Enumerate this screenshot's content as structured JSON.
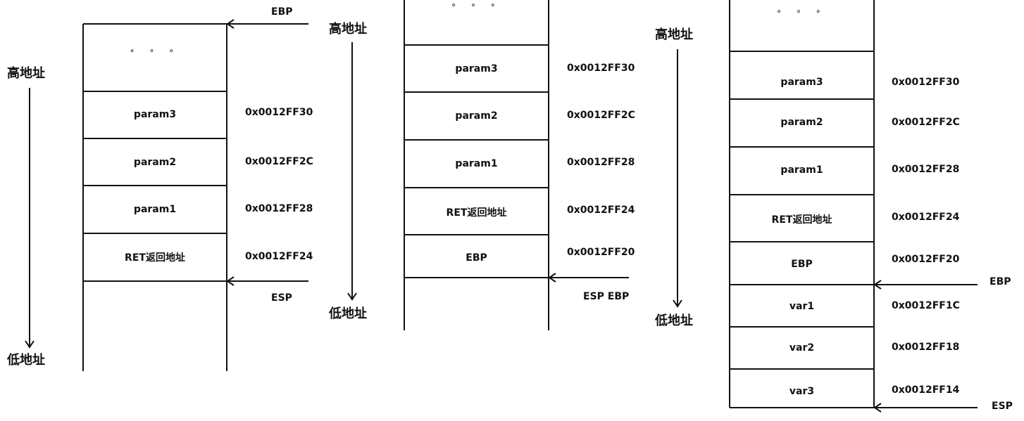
{
  "labels": {
    "high_address": "高地址",
    "low_address": "低地址",
    "ellipsis": "° ° °"
  },
  "panels": [
    {
      "cells": [
        "param3",
        "param2",
        "param1",
        "RET返回地址"
      ],
      "addresses": [
        "0x0012FF30",
        "0x0012FF2C",
        "0x0012FF28",
        "0x0012FF24"
      ],
      "pointers": [
        {
          "label": "EBP"
        },
        {
          "label": "ESP"
        }
      ]
    },
    {
      "cells": [
        "param3",
        "param2",
        "param1",
        "RET返回地址",
        "EBP"
      ],
      "addresses": [
        "0x0012FF30",
        "0x0012FF2C",
        "0x0012FF28",
        "0x0012FF24",
        "0x0012FF20"
      ],
      "pointers": [
        {
          "label": "ESP  EBP"
        }
      ]
    },
    {
      "cells": [
        "param3",
        "param2",
        "param1",
        "RET返回地址",
        "EBP",
        "var1",
        "var2",
        "var3"
      ],
      "addresses": [
        "0x0012FF30",
        "0x0012FF2C",
        "0x0012FF28",
        "0x0012FF24",
        "0x0012FF20",
        "0x0012FF1C",
        "0x0012FF18",
        "0x0012FF14"
      ],
      "pointers": [
        {
          "label": "EBP"
        },
        {
          "label": "ESP"
        }
      ]
    }
  ]
}
